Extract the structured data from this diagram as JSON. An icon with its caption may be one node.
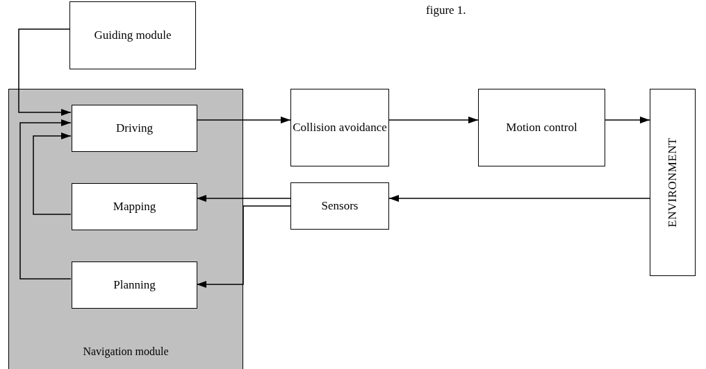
{
  "diagram": {
    "nodes": [
      {
        "text": [
          "Guiding module"
        ]
      },
      {
        "text": [
          "Navigation module"
        ]
      },
      {
        "text": [
          "Driving"
        ],
        "in": 1
      },
      {
        "text": [
          "Mapping"
        ],
        "in": 1
      },
      {
        "text": [
          "Planning"
        ],
        "in": 1
      },
      {
        "text": [
          "Collision avoidance"
        ]
      },
      {
        "text": [
          "Motion control"
        ]
      },
      {
        "text": [
          "ENVIRONMENT"
        ]
      },
      {
        "text": [
          "Sensors"
        ]
      }
    ],
    "edges": [
      {
        "from": 0,
        "to": 2,
        "arrow": "to"
      },
      {
        "from": 4,
        "to": 2,
        "arrow": "to"
      },
      {
        "from": 3,
        "to": 2,
        "arrow": "to"
      },
      {
        "from": 2,
        "to": 5,
        "arrow": "to"
      },
      {
        "from": 5,
        "to": 6,
        "arrow": "to"
      },
      {
        "from": 6,
        "to": 7,
        "arrow": "to"
      },
      {
        "from": 7,
        "to": 8,
        "arrow": "to"
      },
      {
        "from": 8,
        "to": 3,
        "arrow": "to"
      },
      {
        "from": 8,
        "to": 4,
        "arrow": "to"
      }
    ],
    "labels": [
      "figure 1."
    ]
  }
}
